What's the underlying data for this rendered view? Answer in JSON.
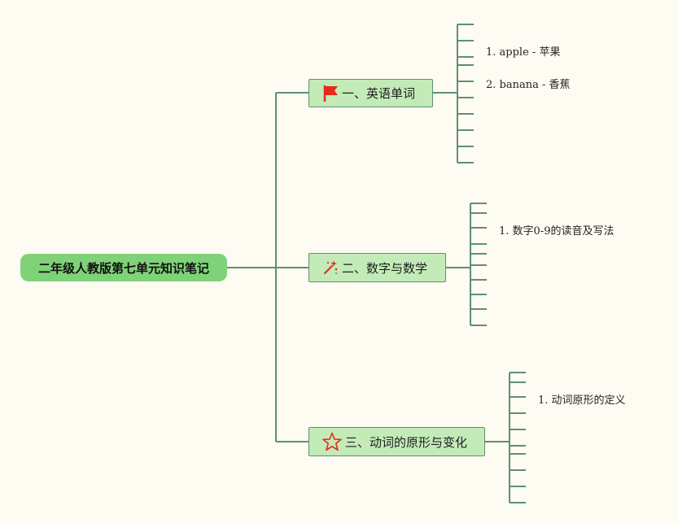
{
  "root": {
    "label": "二年级人教版第七单元知识笔记"
  },
  "branches": [
    {
      "label": "一、英语单词",
      "icon": "red-flag-icon",
      "items": [
        "1. apple - 苹果",
        "2. banana - 香蕉"
      ]
    },
    {
      "label": "二、数字与数学",
      "icon": "magic-wand-icon",
      "items": [
        "1. 数字0-9的读音及写法"
      ]
    },
    {
      "label": "三、动词的原形与变化",
      "icon": "star-icon",
      "items": [
        "1. 动词原形的定义"
      ]
    }
  ],
  "colors": {
    "background": "#fefcf2",
    "connector": "#5e8f74",
    "root_fill": "#7fd278",
    "branch_fill": "#c2ebb8",
    "icon_red": "#e8281c"
  }
}
